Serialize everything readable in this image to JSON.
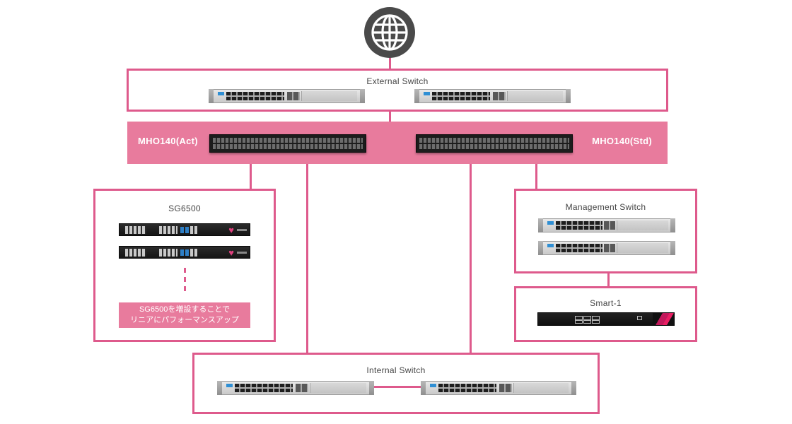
{
  "diagram": {
    "internet_icon": "globe-icon",
    "external_switch": {
      "title": "External Switch"
    },
    "mho_band": {
      "left_label": "MHO140(Act)",
      "right_label": "MHO140(Std)"
    },
    "sg_group": {
      "title": "SG6500",
      "note_line1": "SG6500を増設することで",
      "note_line2": "リニアにパフォーマンスアップ"
    },
    "management_switch": {
      "title": "Management Switch"
    },
    "smart1": {
      "title": "Smart-1"
    },
    "internal_switch": {
      "title": "Internal Switch"
    },
    "colors": {
      "accent": "#de5a8c",
      "band": "#e87b9d",
      "globe": "#4a4a4a",
      "text": "#444444"
    }
  }
}
